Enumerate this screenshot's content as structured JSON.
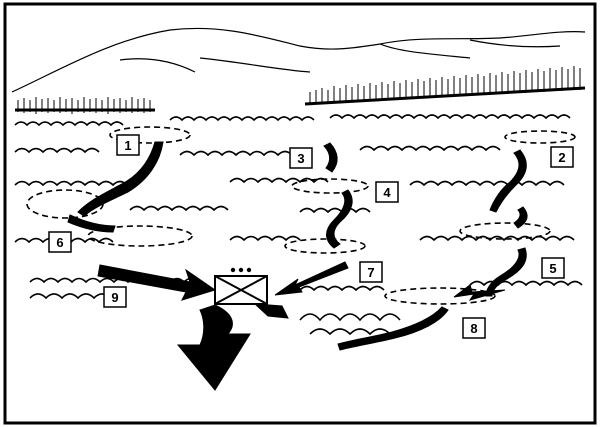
{
  "figure": {
    "labels": [
      {
        "id": "1",
        "text": "1"
      },
      {
        "id": "2",
        "text": "2"
      },
      {
        "id": "3",
        "text": "3"
      },
      {
        "id": "4",
        "text": "4"
      },
      {
        "id": "5",
        "text": "5"
      },
      {
        "id": "6",
        "text": "6"
      },
      {
        "id": "7",
        "text": "7"
      },
      {
        "id": "8",
        "text": "8"
      },
      {
        "id": "9",
        "text": "9"
      }
    ],
    "unit_symbol": {
      "name": "infantry-unit-symbol",
      "dots": 3
    },
    "colors": {
      "ink": "#000000",
      "paper": "#ffffff"
    }
  }
}
